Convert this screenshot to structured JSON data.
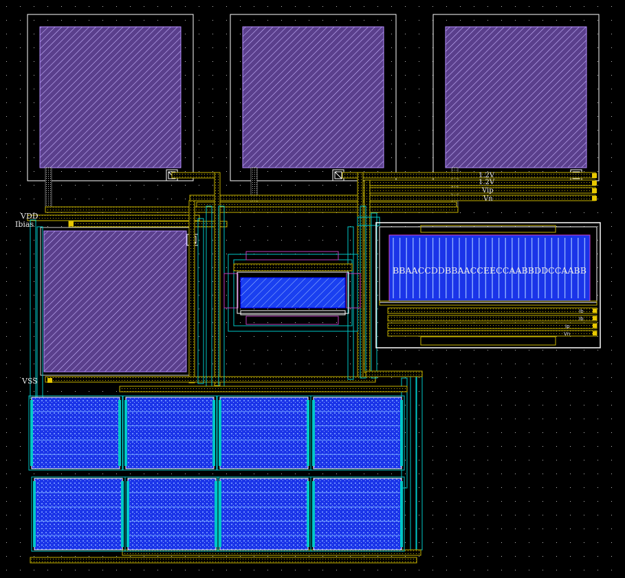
{
  "colors": {
    "background": "#000000",
    "metal1": "#0000ff",
    "metal2": "#c8b400",
    "metal3": "#00c8c8",
    "pad_fill": "#7850a8",
    "cap_fill": "#1040e0",
    "outline": "#ffffff",
    "pin_marker": "#e8c800"
  },
  "pins": {
    "v12_a": "1.2V",
    "v12_b": "1.2V",
    "vip": "Vip",
    "vn": "Vn",
    "vdd": "VDD",
    "ibias": "Ibias",
    "vss": "VSS",
    "sub_a": "Ib",
    "sub_b": "Ib",
    "sub_c": "Ip",
    "sub_d": "Vn"
  },
  "resistor_array": {
    "label": "BBAACCDDBBAACCEECCAABBDDCCAABB"
  }
}
